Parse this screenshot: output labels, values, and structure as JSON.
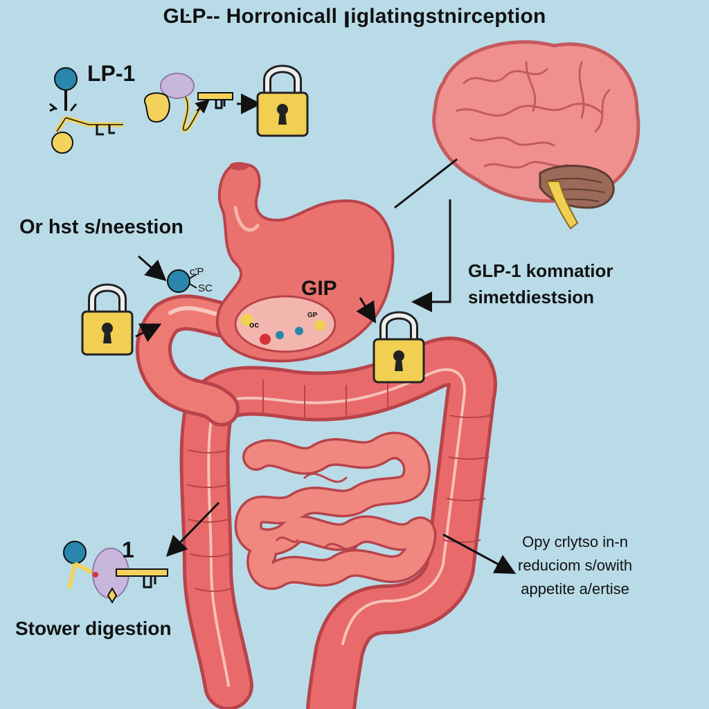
{
  "title": "GĿP-- Horronicall ꞁiglatingstnirception",
  "labels": {
    "lp1": "LP-1",
    "gastric": "Or hst s/neestion",
    "cp": "c'P",
    "sc": "SC",
    "gip": "GIP",
    "glp1_line1": "GLP-1 komnatior",
    "glp1_line2": "simetdiestsion",
    "appetite_line1": "Opy crlytso in-n",
    "appetite_line2": "reduciom s/owith",
    "appetite_line3": "appetite a/ertise",
    "one": "1",
    "slower": "Stower digestion",
    "mini_oc": "oc",
    "mini_gp": "GP"
  },
  "colors": {
    "background": "#b9dbe8",
    "organ": "#e86a6a",
    "organ_light": "#f29a92",
    "organ_dark": "#b8434a",
    "brain": "#f0908e",
    "brain_dark": "#c45a5e",
    "cerebellum": "#9b6a58",
    "lock": "#f0cf52",
    "key": "#f3d35c",
    "molecule_blue": "#2a86ad",
    "molecule_purple": "#c9b6dc"
  },
  "icons": [
    "padlock-icon",
    "key-icon",
    "receptor-molecule-icon",
    "brain-illustration",
    "stomach-illustration",
    "intestine-illustration",
    "arrow-icon"
  ]
}
